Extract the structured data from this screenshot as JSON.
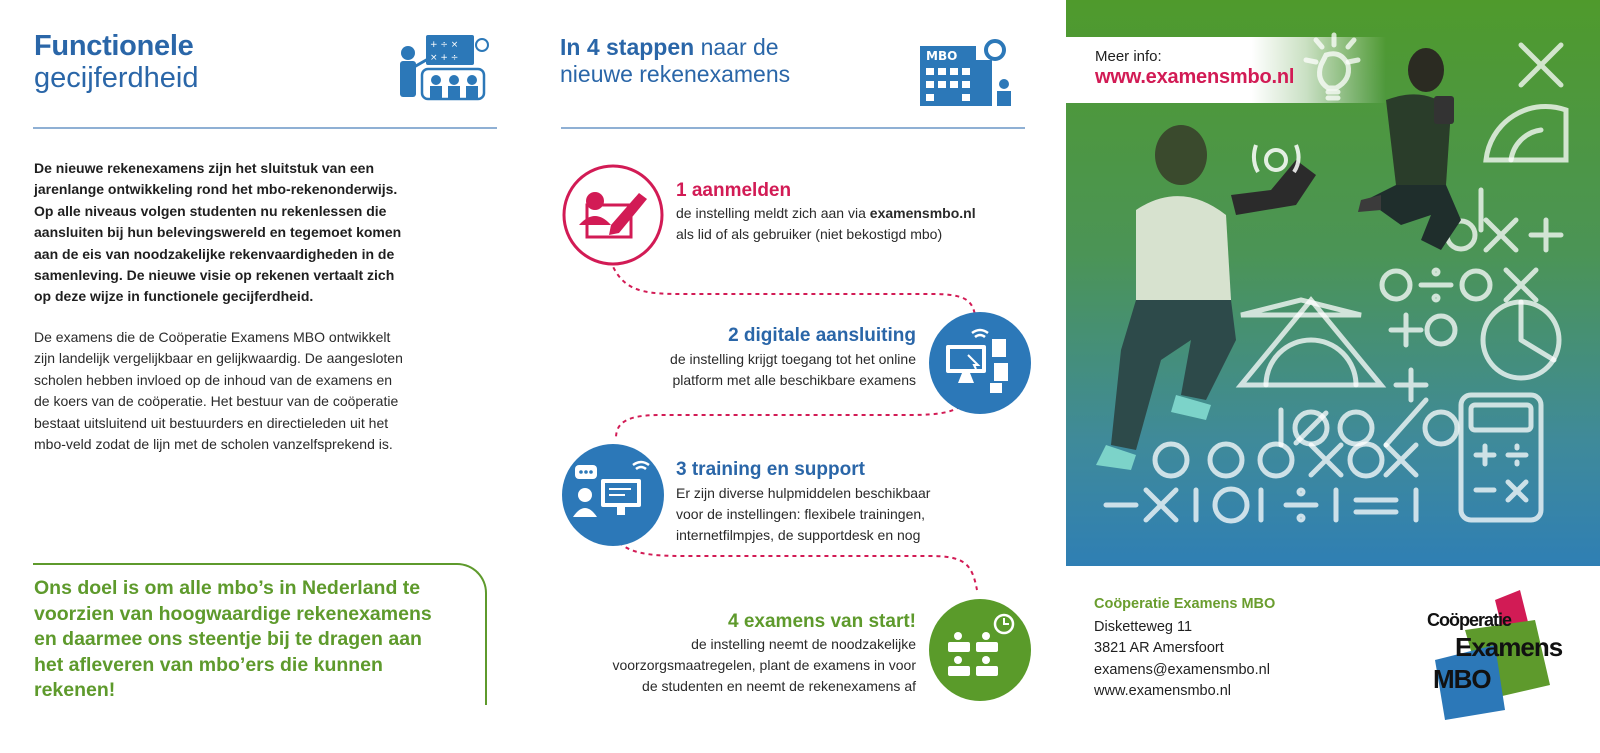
{
  "left": {
    "title_bold": "Functionele",
    "title_regular": "gecijferdheid",
    "intro_bold_lines": [
      "De nieuwe rekenexamens zijn het sluitstuk van een",
      "jarenlange ontwikkeling rond het mbo-rekenonderwijs.",
      "Op alle niveaus volgen studenten nu rekenlessen die",
      "aansluiten bij hun belevingswereld en tegemoet komen",
      "aan de eis van noodzakelijke rekenvaardigheden in de",
      "samenleving. De nieuwe visie op rekenen vertaalt zich",
      "op deze wijze in functionele gecijferdheid."
    ],
    "intro_lines": [
      "De examens die de Coöperatie Examens MBO ontwikkelt",
      "zijn landelijk vergelijkbaar en gelijkwaardig. De aangesloten",
      "scholen hebben invloed op de inhoud van de examens en",
      "de koers van de coöperatie. Het bestuur van de coöperatie",
      "bestaat uitsluitend uit bestuurders en directieleden uit het",
      "mbo-veld zodat de lijn met de scholen vanzelfsprekend is."
    ],
    "goal_lines": [
      "Ons doel is om alle mbo’s in Nederland te",
      "voorzien van hoogwaardige rekenexamens",
      "en daarmee ons steentje bij te dragen aan",
      "het afleveren van mbo’ers die kunnen",
      "rekenen!"
    ]
  },
  "middle": {
    "title_bold": "In 4 stappen",
    "title_rest1": " naar de",
    "title_line2": "nieuwe rekenexamens",
    "mbo_sign": "MBO",
    "steps": [
      {
        "title": "1 aanmelden",
        "line1_prefix": "de instelling meldt zich aan via ",
        "line1_bold": "examensmbo.nl",
        "line2": "als lid of als gebruiker (niet bekostigd mbo)"
      },
      {
        "title": "2 digitale aansluiting",
        "lines": [
          "de instelling krijgt toegang tot het online",
          "platform met alle beschikbare examens"
        ]
      },
      {
        "title": "3 training en support",
        "lines": [
          "Er zijn diverse hulpmiddelen beschikbaar",
          "voor de instellingen: flexibele trainingen,",
          "internetfilmpjes, de supportdesk en nog"
        ]
      },
      {
        "title": "4 examens van start!",
        "lines": [
          "de instelling neemt de noodzakelijke",
          "voorzorgsmaatregelen, plant de examens in voor",
          "de studenten en neemt de rekenexamens af"
        ]
      }
    ]
  },
  "right": {
    "info_label": "Meer info:",
    "info_url": "www.examensmbo.nl",
    "org_name": "Coöperatie Examens MBO",
    "address_lines": [
      "Disketteweg 11",
      "3821 AR Amersfoort",
      "examens@examensmbo.nl",
      "www.examensmbo.nl"
    ],
    "logo": {
      "line1": "Coöperatie",
      "line2": "Examens",
      "line3": "MBO"
    }
  },
  "colors": {
    "blue": "#2a66a8",
    "pink": "#d21b55",
    "green": "#5e9a2c",
    "step_blue": "#2c78b8",
    "step_green": "#5a9b2a"
  },
  "icons": [
    "teacher-board-icon",
    "school-building-icon",
    "register-edit-icon",
    "digital-connection-icon",
    "training-support-icon",
    "exam-start-icon"
  ]
}
